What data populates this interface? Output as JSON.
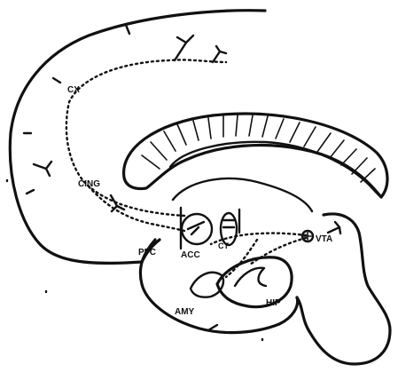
{
  "diagram": {
    "labels": {
      "cx": "CX",
      "cing": "CING",
      "pfc": "PFC",
      "acc": "ACC",
      "ct": "CT",
      "vta": "VTA",
      "amy": "AMY",
      "hip": "HIP"
    }
  }
}
